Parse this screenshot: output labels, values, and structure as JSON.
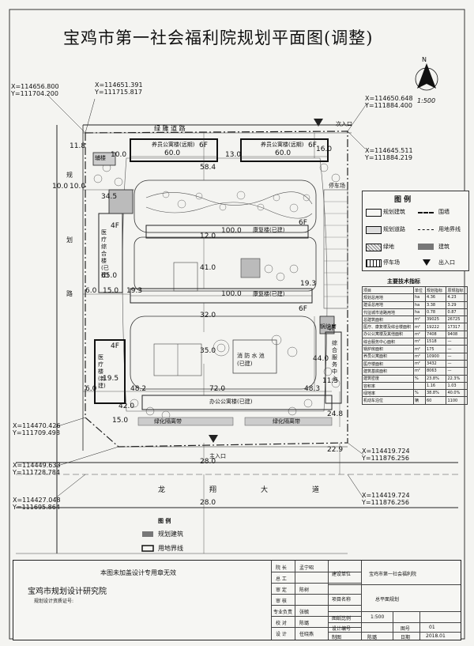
{
  "title": "宝鸡市第一社会福利院规划平面图(调整)",
  "north": {
    "letter": "N",
    "scale": "1:500"
  },
  "coordinates": [
    {
      "x": "X=114656.800",
      "y": "Y=111704.200"
    },
    {
      "x": "X=114651.391",
      "y": "Y=111715.817"
    },
    {
      "x": "X=114650.648",
      "y": "Y=111884.400"
    },
    {
      "x": "X=114645.511",
      "y": "Y=111884.219"
    },
    {
      "x": "X=114470.426",
      "y": "Y=111709.498"
    },
    {
      "x": "X=114449.633",
      "y": "Y=111728.784"
    },
    {
      "x": "X=114427.048",
      "y": "Y=111695.864"
    },
    {
      "x": "X=114419.724",
      "y": "Y=111876.256"
    },
    {
      "x": "X=114419.724",
      "y": "Y=111876.256"
    }
  ],
  "roads": {
    "north": "绿 雕 道 路",
    "west": [
      "规",
      "划",
      "路"
    ],
    "south": [
      "龙",
      "翔",
      "大",
      "道"
    ],
    "secondary_gate": "次入口",
    "main_gate": "主入口",
    "parking": "停车场"
  },
  "buildings": {
    "apt_west": "养员公寓楼(远期)",
    "apt_east": "养员公寓楼(远期)",
    "rehab_north": "康复楼(已建)",
    "rehab_south": "康复楼(已建)",
    "medical_north": [
      "医",
      "疗",
      "综",
      "合",
      "楼",
      "(已",
      "建)"
    ],
    "medical_south": [
      "医",
      "疗",
      "楼",
      "(新",
      "建)"
    ],
    "office": "办公公寓楼(已建)",
    "pool": [
      "消 防 水 池",
      "(已建)"
    ],
    "boiler": [
      "锅炉房"
    ],
    "service": [
      "综",
      "合",
      "服",
      "务",
      "中",
      "心"
    ],
    "green_belt_1": "绿化隔离带",
    "green_belt_2": "绿化隔离带",
    "aux": "辅楼"
  },
  "dims": {
    "d60": "60.0",
    "d130": "13.0",
    "d600b": "60.0",
    "d100top": "10.0",
    "d160": "16.0",
    "d118": "11.8",
    "d10a": "10.0",
    "d10b": "10.0",
    "d345": "34.5",
    "d584": "58.4",
    "d1000": "100.0",
    "d1000b": "100.0",
    "d650": "65.0",
    "d60b": "6.0",
    "d150": "15.0",
    "d193": "19.3",
    "d193b": "19.3",
    "d410": "41.0",
    "d120": "12.0",
    "d320": "32.0",
    "d350": "35.0",
    "d195": "19.5",
    "d440": "44.0",
    "d60c": "6.0",
    "d482": "48.2",
    "d720": "72.0",
    "d483": "48.3",
    "d115": "11.5",
    "d420": "42.0",
    "d248": "24.8",
    "d229": "22.9",
    "d280": "28.0",
    "d280b": "28.0",
    "d150b": "15.0",
    "f6a": "6F",
    "f6b": "6F",
    "f4a": "4F",
    "f4b": "4F",
    "f6c": "6F",
    "f6d": "6F",
    "f4c": "4F"
  },
  "legend": {
    "title": "图 例",
    "items": [
      "规划建筑",
      "围墙",
      "规划道路",
      "用地界线",
      "绿地",
      "建筑",
      "停车场",
      "出入口"
    ]
  },
  "indicators": {
    "title": "主要技术指标",
    "header": [
      "项目",
      "单位",
      "规划指标",
      "原规指标"
    ],
    "rows": [
      [
        "规划总用地",
        "ha",
        "4.36",
        "4.23"
      ],
      [
        "建设总用地",
        "ha",
        "3.38",
        "3.29"
      ],
      [
        "代征城市道路用地",
        "ha",
        "0.78",
        "0.87"
      ],
      [
        "总建筑面积",
        "m²",
        "39025",
        "26725"
      ],
      [
        "医疗、康复楼及综合楼面积",
        "m²",
        "19222",
        "17317"
      ],
      [
        "办公公寓楼及其他面积",
        "m²",
        "7408",
        "9408"
      ],
      [
        "综合服务中心面积",
        "m²",
        "1518",
        "—"
      ],
      [
        "锅炉房面积",
        "m²",
        "175",
        "—"
      ],
      [
        "养员公寓面积",
        "m²",
        "10900",
        "—"
      ],
      [
        "医疗楼面积",
        "m²",
        "3432",
        "—"
      ],
      [
        "建筑基底面积",
        "m²",
        "8063",
        "—"
      ],
      [
        "建筑密度",
        "%",
        "23.8%",
        "22.3%"
      ],
      [
        "容积率",
        "",
        "1.16",
        "1.03"
      ],
      [
        "绿地率",
        "%",
        "38.8%",
        "40.0%"
      ],
      [
        "机动车泊位",
        "辆",
        "60",
        "1100"
      ]
    ]
  },
  "map_legend": {
    "title": "图 例",
    "planned": "规划建筑",
    "boundary": "用地界线"
  },
  "title_block": {
    "notice": "本图未加盖设计专用章无效",
    "institute": "宝鸡市规划设计研究院",
    "license": "规划设计资质证号:",
    "roles": [
      "院 长",
      "总 工",
      "审 定",
      "审 核",
      "专业负责",
      "校 对",
      "设 计"
    ],
    "names": [
      "孟宁昭",
      "",
      "陈树",
      "",
      "张毓",
      "陈璐",
      "任晓燕"
    ],
    "unit_label": "建设单位",
    "unit": "宝鸡市第一社会福利院",
    "project_label": "项目名称",
    "project": "总平面规划",
    "scale_label": "图纸比例",
    "scale": "1:500",
    "no_label": "设计编号",
    "sheet_label": "图号",
    "sheet": "01",
    "draw_label": "制图",
    "drawer": "陈璐",
    "date_label": "日期",
    "date": "2018.01"
  }
}
